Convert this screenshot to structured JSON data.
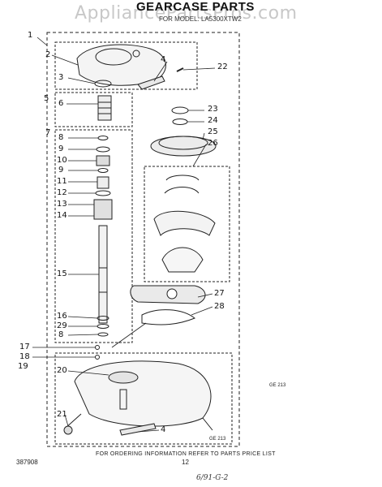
{
  "watermark": "AppliancePartsPros.com",
  "title": "GEARCASE PARTS",
  "model": "FOR MODEL: LA5300XTW2",
  "callouts": {
    "c1": "1",
    "c2": "2",
    "c3": "3",
    "c4a": "4",
    "c5": "5",
    "c6": "6",
    "c7": "7",
    "c8a": "8",
    "c9a": "9",
    "c10": "10",
    "c9b": "9",
    "c11": "11",
    "c12": "12",
    "c13": "13",
    "c14": "14",
    "c15": "15",
    "c16": "16",
    "c29": "29",
    "c8b": "8",
    "c17": "17",
    "c18": "18",
    "c19": "19",
    "c20": "20",
    "c21": "21",
    "c4b": "4",
    "c22": "22",
    "c23": "23",
    "c24": "24",
    "c25": "25",
    "c26": "26",
    "c27": "27",
    "c28": "28"
  },
  "codes": {
    "right": "GE 213",
    "bottom": "GE 213"
  },
  "footer": "FOR ORDERING INFORMATION REFER TO PARTS PRICE LIST",
  "doc_number": "387908",
  "page_number": "12",
  "hand_note": "6/91-G-2"
}
